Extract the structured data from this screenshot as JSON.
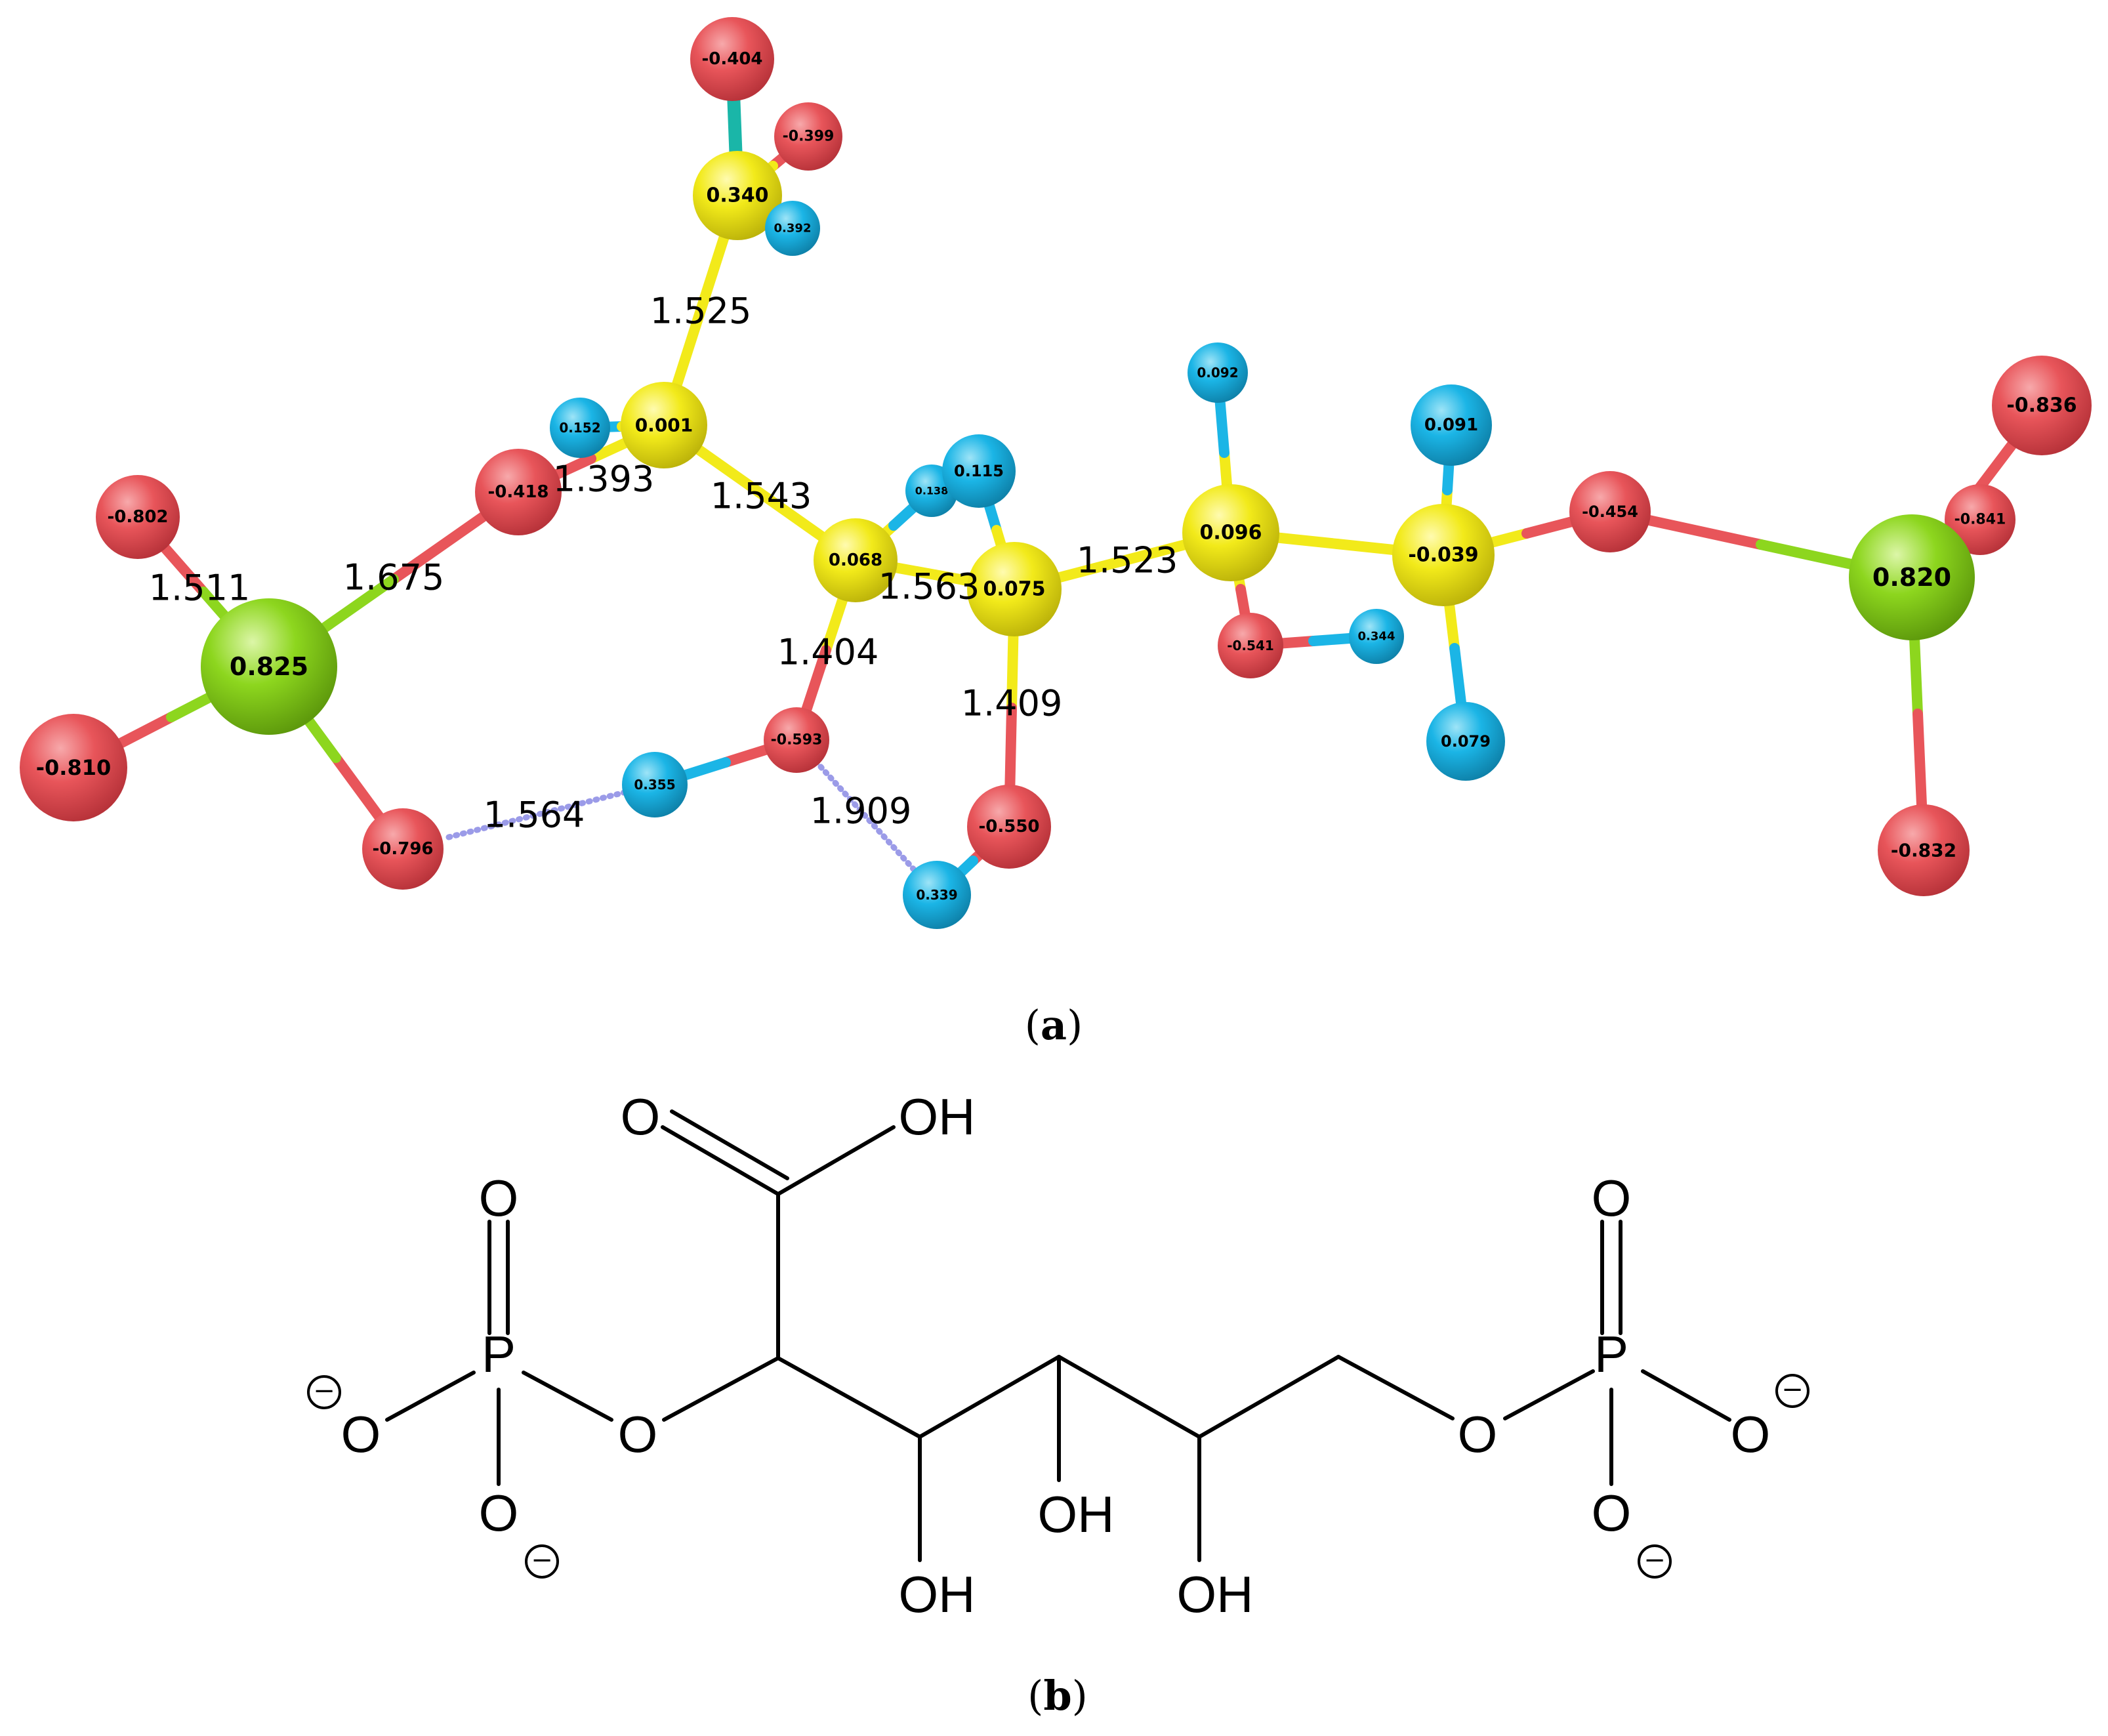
{
  "colors": {
    "oxygen": "#e8555a",
    "carbon": "#f2ea1a",
    "hydrogen": "#1bb5e6",
    "phosphorus": "#8dd61e",
    "hbond": "#9b9be8",
    "ink": "#000000"
  },
  "panel_a": {
    "label_open": "(",
    "label_letter": "a",
    "label_close": ")",
    "atom_charges": {
      "o_top": "-0.404",
      "o_top2": "-0.399",
      "c_carboxyl": "0.340",
      "h_carboxyl": "0.392",
      "h_c1": "0.152",
      "c1": "0.001",
      "o_ester1": "-0.418",
      "o_p1_top": "-0.802",
      "p1": "0.825",
      "o_p1_left": "-0.810",
      "o_p1_bottom": "-0.796",
      "c2": "0.068",
      "h_c2": "0.138",
      "h_c3": "0.115",
      "c3": "0.075",
      "h_o2": "0.355",
      "o2": "-0.593",
      "o3": "-0.550",
      "h_o3": "0.339",
      "h_c4": "0.092",
      "c4": "0.096",
      "o4": "-0.541",
      "h_o4": "0.344",
      "h_c5_top": "0.091",
      "c5": "-0.039",
      "h_c5_bottom": "0.079",
      "o_ester2": "-0.454",
      "o_p2_top": "-0.836",
      "o_p2_mid": "-0.841",
      "p2": "0.820",
      "o_p2_bottom": "-0.832"
    },
    "bond_lengths": {
      "c_carboxyl_c1": "1.525",
      "c1_o_ester": "1.393",
      "c1_c2": "1.543",
      "p1_o_top": "1.511",
      "p1_o_ester": "1.675",
      "c2_c3": "1.563",
      "c3_c4": "1.523",
      "c2_o2": "1.404",
      "c3_o3": "1.409",
      "hbond_o_p1_h": "1.564",
      "hbond_o2_h": "1.909"
    }
  },
  "panel_b": {
    "label_open": "(",
    "label_letter": "b",
    "label_close": ")",
    "atoms": {
      "carbonyl_o": "O",
      "oh_acid": "OH",
      "p1_o_top": "O",
      "p1": "P",
      "p1_o_left": "O",
      "p1_o_bottom": "O",
      "o_ester_left": "O",
      "oh_c3": "OH",
      "oh_c4": "OH",
      "oh_c5": "OH",
      "o_ester_right": "O",
      "p2_o_top": "O",
      "p2": "P",
      "p2_o_right": "O",
      "p2_o_bottom": "O"
    },
    "charge_symbol": "−"
  }
}
